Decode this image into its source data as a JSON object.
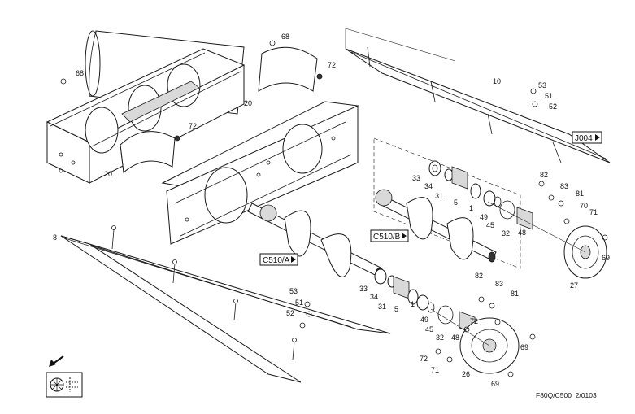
{
  "drawing_code": "F80Q/C500_2/0103",
  "callouts": [
    {
      "id": "c68a",
      "text": "68"
    },
    {
      "id": "c72a",
      "text": "72"
    },
    {
      "id": "c20a",
      "text": "20"
    },
    {
      "id": "c68b",
      "text": "68"
    },
    {
      "id": "c72b",
      "text": "72"
    },
    {
      "id": "c20b",
      "text": "20"
    },
    {
      "id": "c10",
      "text": "10"
    },
    {
      "id": "c53a",
      "text": "53"
    },
    {
      "id": "c51a",
      "text": "51"
    },
    {
      "id": "c52a",
      "text": "52"
    },
    {
      "id": "c33a",
      "text": "33"
    },
    {
      "id": "c34a",
      "text": "34"
    },
    {
      "id": "c31a",
      "text": "31"
    },
    {
      "id": "c5a",
      "text": "5"
    },
    {
      "id": "c1a",
      "text": "1"
    },
    {
      "id": "c49a",
      "text": "49"
    },
    {
      "id": "c45a",
      "text": "45"
    },
    {
      "id": "c32a",
      "text": "32"
    },
    {
      "id": "c48a",
      "text": "48"
    },
    {
      "id": "c82a",
      "text": "82"
    },
    {
      "id": "c83a",
      "text": "83"
    },
    {
      "id": "c81a",
      "text": "81"
    },
    {
      "id": "c70",
      "text": "70"
    },
    {
      "id": "c71a",
      "text": "71"
    },
    {
      "id": "c69a",
      "text": "69"
    },
    {
      "id": "c27",
      "text": "27"
    },
    {
      "id": "c8",
      "text": "8"
    },
    {
      "id": "c53b",
      "text": "53"
    },
    {
      "id": "c51b",
      "text": "51"
    },
    {
      "id": "c52b",
      "text": "52"
    },
    {
      "id": "c33b",
      "text": "33"
    },
    {
      "id": "c34b",
      "text": "34"
    },
    {
      "id": "c31b",
      "text": "31"
    },
    {
      "id": "c5b",
      "text": "5"
    },
    {
      "id": "c1b",
      "text": "1"
    },
    {
      "id": "c49b",
      "text": "49"
    },
    {
      "id": "c45b",
      "text": "45"
    },
    {
      "id": "c32b",
      "text": "32"
    },
    {
      "id": "c48b",
      "text": "48"
    },
    {
      "id": "c72c",
      "text": "72"
    },
    {
      "id": "c82b",
      "text": "82"
    },
    {
      "id": "c83b",
      "text": "83"
    },
    {
      "id": "c81b",
      "text": "81"
    },
    {
      "id": "c69b",
      "text": "69"
    },
    {
      "id": "c69c",
      "text": "69"
    },
    {
      "id": "c26",
      "text": "26"
    },
    {
      "id": "c72d",
      "text": "72"
    },
    {
      "id": "c71b",
      "text": "71"
    }
  ],
  "references": [
    {
      "id": "ref-j004",
      "text": "J004"
    },
    {
      "id": "ref-c510b",
      "text": "C510/B"
    },
    {
      "id": "ref-c510a",
      "text": "C510/A"
    }
  ],
  "icons": {
    "direction": "front-arrow-icon",
    "machine": "combine-header-icon"
  },
  "colors": {
    "line": "#1a1a1a",
    "paper": "#ffffff",
    "shade": "#d9d9d9"
  }
}
